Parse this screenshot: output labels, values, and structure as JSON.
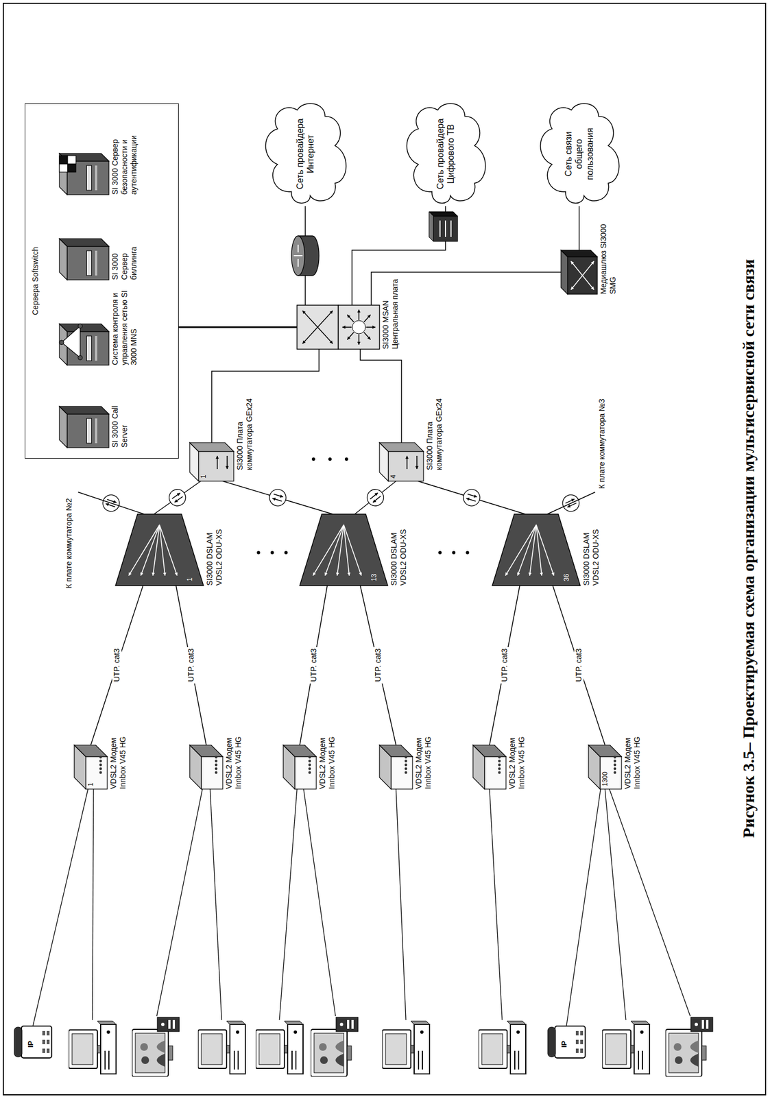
{
  "diagram": {
    "caption": "Рисунок 3.5– Проектируемая схема организации мультисервисной сети связи",
    "nodes": [
      {
        "text": [
          "Сервера Softswitch"
        ]
      },
      {
        "text": [
          "SI 3000 Call Server"
        ],
        "in": 0
      },
      {
        "text": [
          "Система контроля и управления сетью SI 3000 MNS"
        ],
        "in": 0
      },
      {
        "text": [
          "SI 3000 Сервер биллинга"
        ],
        "in": 0
      },
      {
        "text": [
          "SI 3000 Сервер безопасности и аутентификации"
        ],
        "in": 0
      },
      {
        "text": [
          "Сеть провайдера Интернет"
        ]
      },
      {
        "text": [
          "Сеть провайдера Цифрового ТВ"
        ]
      },
      {
        "text": [
          "Сеть связи общего пользования"
        ]
      },
      {
        "text": [
          "SI3000 MSAN Центральная плата"
        ]
      },
      {
        "text": [
          "Медиашлюз SI3000 SMG"
        ]
      },
      {
        "text": [
          "1",
          "SI3000 Плата коммутатора GEx24"
        ]
      },
      {
        "text": [
          "4",
          "SI3000 Плата коммутатора GEx24"
        ]
      },
      {
        "text": [
          "1",
          "SI3000 DSLAM VDSL2 ODU-XS"
        ]
      },
      {
        "text": [
          "13",
          "SI3000 DSLAM VDSL2 ODU-XS"
        ]
      },
      {
        "text": [
          "36",
          "SI3000 DSLAM VDSL2 ODU-XS"
        ]
      },
      {
        "text": [
          "1",
          "VDSL2 Модем Innbox V45 HG"
        ]
      },
      {
        "text": [
          "VDSL2 Модем Innbox V45 HG"
        ]
      },
      {
        "text": [
          "VDSL2 Модем Innbox V45 HG"
        ]
      },
      {
        "text": [
          "VDSL2 Модем Innbox V45 HG"
        ]
      },
      {
        "text": [
          "VDSL2 Модем Innbox V45 HG"
        ]
      },
      {
        "text": [
          "1300",
          "VDSL2 Модем Innbox V45 HG"
        ]
      }
    ],
    "edges": [
      {
        "from": 0,
        "to": 8,
        "arrow": "none"
      },
      {
        "from": 8,
        "to": 5,
        "arrow": "none"
      },
      {
        "from": 8,
        "to": 6,
        "arrow": "none"
      },
      {
        "from": 8,
        "to": 9,
        "arrow": "none"
      },
      {
        "from": 9,
        "to": 7,
        "arrow": "none"
      },
      {
        "from": 10,
        "to": 8,
        "arrow": "none"
      },
      {
        "from": 11,
        "to": 8,
        "arrow": "none"
      },
      {
        "from": 12,
        "to": 10,
        "arrow": "none"
      },
      {
        "from": 13,
        "to": 10,
        "arrow": "none"
      },
      {
        "from": 13,
        "to": 11,
        "arrow": "none"
      },
      {
        "from": 14,
        "to": 11,
        "arrow": "none"
      },
      {
        "from": 15,
        "to": 12,
        "label": "UTP. cat3",
        "arrow": "none"
      },
      {
        "from": 16,
        "to": 12,
        "label": "UTP. cat3",
        "arrow": "none"
      },
      {
        "from": 17,
        "to": 13,
        "label": "UTP. cat3",
        "arrow": "none"
      },
      {
        "from": 18,
        "to": 13,
        "label": "UTP. cat3",
        "arrow": "none"
      },
      {
        "from": 19,
        "to": 14,
        "label": "UTP. cat3",
        "arrow": "none"
      },
      {
        "from": 20,
        "to": 14,
        "label": "UTP. cat3",
        "arrow": "none"
      }
    ],
    "labels": [
      "К плате коммутатора №2",
      "К плате коммутатора №3",
      "IP",
      "IP"
    ]
  }
}
